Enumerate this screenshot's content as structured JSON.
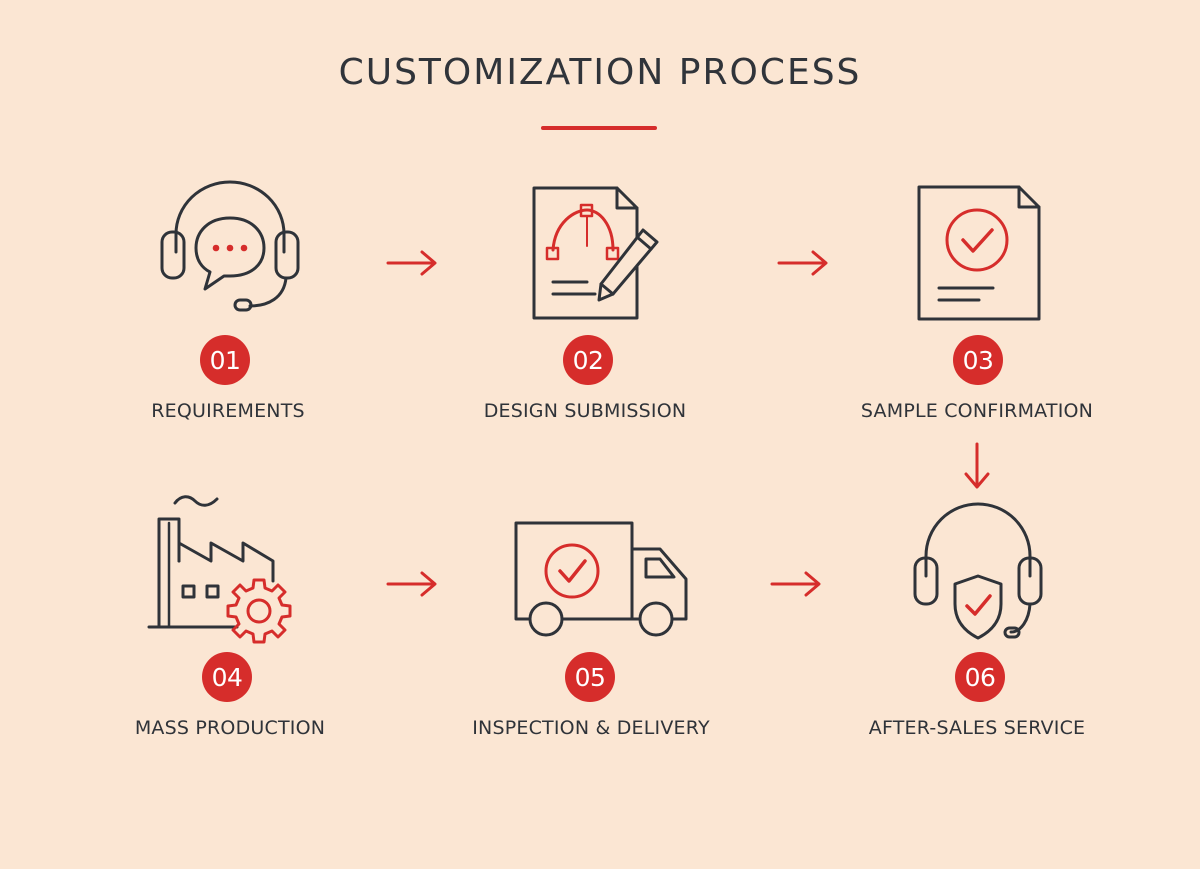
{
  "title": "CUSTOMIZATION PROCESS",
  "colors": {
    "background": "#fbe6d3",
    "accent": "#d62d2b",
    "ink": "#2f3339"
  },
  "steps": [
    {
      "number": "01",
      "label": "REQUIREMENTS",
      "icon": "headset-chat-icon"
    },
    {
      "number": "02",
      "label": "DESIGN SUBMISSION",
      "icon": "design-document-pencil-icon"
    },
    {
      "number": "03",
      "label": "SAMPLE CONFIRMATION",
      "icon": "document-check-icon"
    },
    {
      "number": "04",
      "label": "MASS PRODUCTION",
      "icon": "factory-gear-icon"
    },
    {
      "number": "05",
      "label": "INSPECTION & DELIVERY",
      "icon": "delivery-truck-check-icon"
    },
    {
      "number": "06",
      "label": "AFTER-SALES SERVICE",
      "icon": "headset-shield-icon"
    }
  ]
}
